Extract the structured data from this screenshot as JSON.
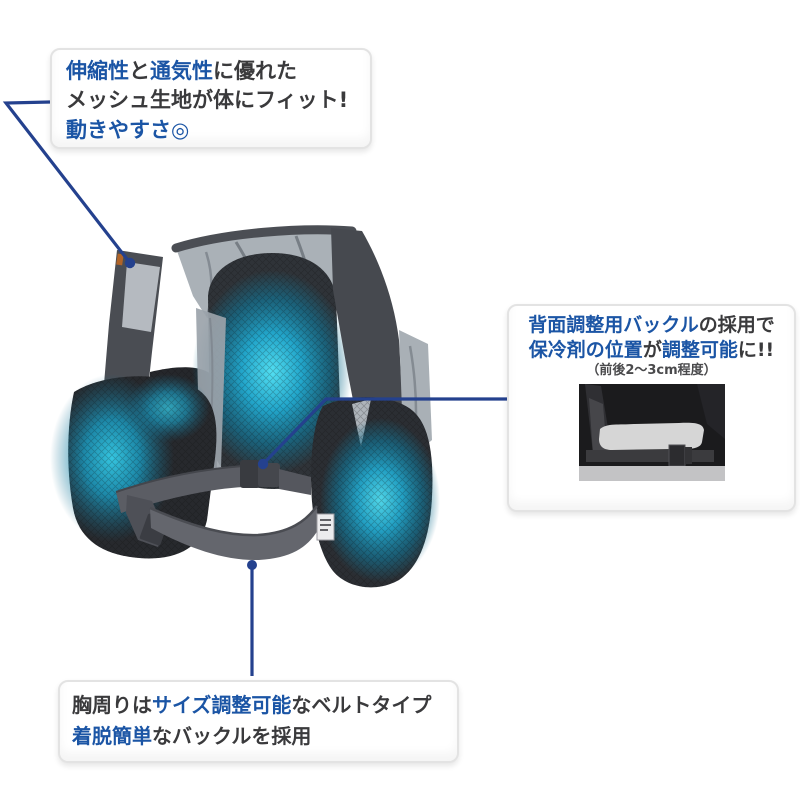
{
  "colors": {
    "text_dark": "#3a3a3c",
    "text_blue": "#1b55a5",
    "connector_navy": "#24418e",
    "glow_cyan": "#2ec4e0",
    "vest_gray": "#4a4d53",
    "box_border": "#e3e3e3"
  },
  "callouts": {
    "stretch_mesh": {
      "lines": [
        {
          "segments": [
            {
              "text": "伸縮性",
              "style": "blue"
            },
            {
              "text": "と",
              "style": "dark"
            },
            {
              "text": "通気性",
              "style": "blue"
            },
            {
              "text": "に優れた",
              "style": "dark"
            }
          ]
        },
        {
          "segments": [
            {
              "text": "メッシュ生地が体にフィット!",
              "style": "dark"
            }
          ]
        },
        {
          "segments": [
            {
              "text": "動きやすさ◎",
              "style": "blue"
            }
          ]
        }
      ]
    },
    "back_buckle": {
      "lines": [
        {
          "segments": [
            {
              "text": "背面調整用バックル",
              "style": "blue"
            },
            {
              "text": "の採用で",
              "style": "dark"
            }
          ]
        },
        {
          "segments": [
            {
              "text": "保冷剤の位置",
              "style": "blue"
            },
            {
              "text": "が",
              "style": "dark"
            },
            {
              "text": "調整可能",
              "style": "blue"
            },
            {
              "text": "に!!",
              "style": "dark"
            }
          ]
        },
        {
          "segments": [
            {
              "text": "（前後2～3cm程度）",
              "style": "dark"
            }
          ]
        }
      ],
      "inset_photo": "back-buckle-adjuster-photo"
    },
    "chest_belt": {
      "lines": [
        {
          "segments": [
            {
              "text": "胸周りは",
              "style": "dark"
            },
            {
              "text": "サイズ調整可能",
              "style": "blue"
            },
            {
              "text": "なベルトタイプ",
              "style": "dark"
            }
          ]
        },
        {
          "segments": [
            {
              "text": "着脱簡単",
              "style": "blue"
            },
            {
              "text": "なバックルを採用",
              "style": "dark"
            }
          ]
        }
      ]
    }
  }
}
